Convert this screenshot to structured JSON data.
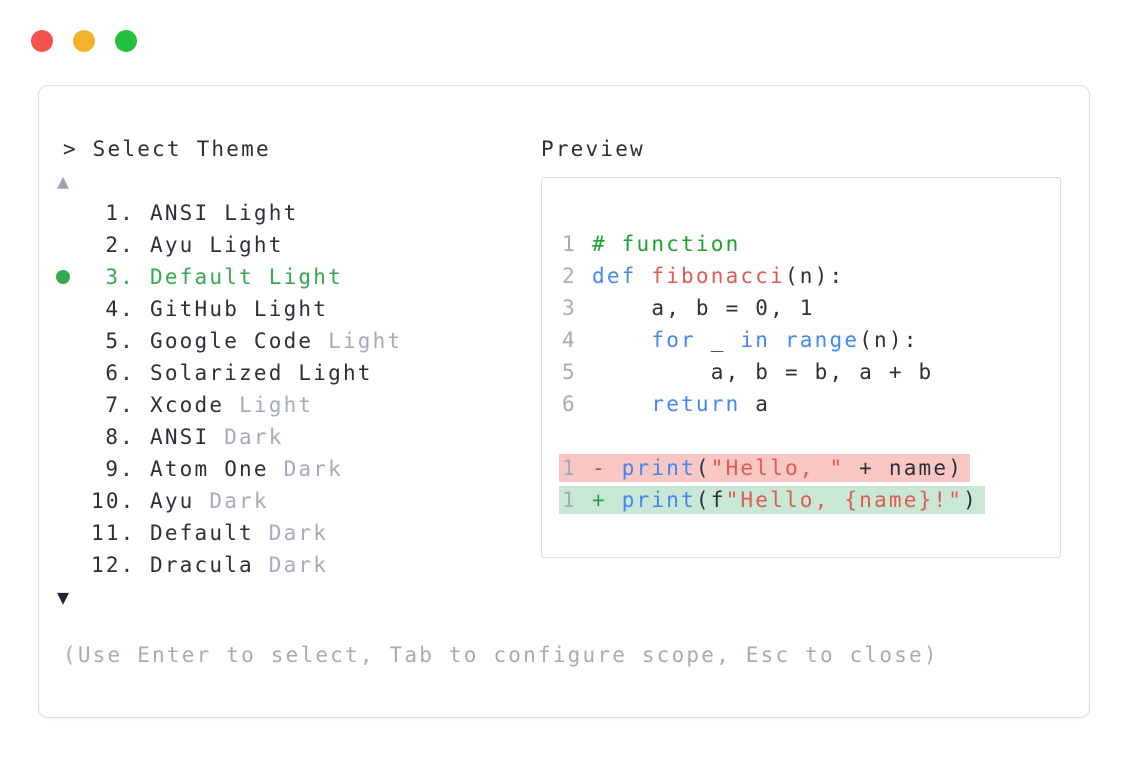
{
  "colors": {
    "dark": "#2b303a",
    "muted": "#a4acba",
    "selected": "#36a94e",
    "comment": "#1ea22e",
    "kw": "#4486f2",
    "fn": "#e05b52",
    "str": "#e05b52",
    "del": "#d1453e",
    "ins": "#2b9e4a",
    "del-bg": "#f8c7c4",
    "ins-bg": "#c8e7d4",
    "border": "#d9dde3",
    "linenum": "#a4acba",
    "arrow-up": "#9aa4b4",
    "arrow-down": "#21252d"
  },
  "window": {
    "traffic_lights": [
      {
        "name": "close",
        "color": "#f4534e"
      },
      {
        "name": "minimize",
        "color": "#f2b32b"
      },
      {
        "name": "zoom",
        "color": "#24c13e"
      }
    ]
  },
  "selector": {
    "prompt": "> Select Theme",
    "scroll_up": "▲",
    "scroll_down": "▼",
    "items": [
      {
        "number": "1.",
        "selected": false,
        "segments": [
          {
            "text": "ANSI Light",
            "c": "dark"
          }
        ]
      },
      {
        "number": "2.",
        "selected": false,
        "segments": [
          {
            "text": "Ayu Light",
            "c": "dark"
          }
        ]
      },
      {
        "number": "3.",
        "selected": true,
        "segments": [
          {
            "text": "Default Light",
            "c": "selected"
          }
        ]
      },
      {
        "number": "4.",
        "selected": false,
        "segments": [
          {
            "text": "GitHub Light",
            "c": "dark"
          }
        ]
      },
      {
        "number": "5.",
        "selected": false,
        "segments": [
          {
            "text": "Google Code ",
            "c": "dark"
          },
          {
            "text": "Light",
            "c": "muted"
          }
        ]
      },
      {
        "number": "6.",
        "selected": false,
        "segments": [
          {
            "text": "Solarized Light",
            "c": "dark"
          }
        ]
      },
      {
        "number": "7.",
        "selected": false,
        "segments": [
          {
            "text": "Xcode ",
            "c": "dark"
          },
          {
            "text": "Light",
            "c": "muted"
          }
        ]
      },
      {
        "number": "8.",
        "selected": false,
        "segments": [
          {
            "text": "ANSI ",
            "c": "dark"
          },
          {
            "text": "Dark",
            "c": "muted"
          }
        ]
      },
      {
        "number": "9.",
        "selected": false,
        "segments": [
          {
            "text": "Atom One ",
            "c": "dark"
          },
          {
            "text": "Dark",
            "c": "muted"
          }
        ]
      },
      {
        "number": "10.",
        "selected": false,
        "segments": [
          {
            "text": "Ayu ",
            "c": "dark"
          },
          {
            "text": "Dark",
            "c": "muted"
          }
        ]
      },
      {
        "number": "11.",
        "selected": false,
        "segments": [
          {
            "text": "Default ",
            "c": "dark"
          },
          {
            "text": "Dark",
            "c": "muted"
          }
        ]
      },
      {
        "number": "12.",
        "selected": false,
        "segments": [
          {
            "text": "Dracula ",
            "c": "dark"
          },
          {
            "text": "Dark",
            "c": "muted"
          }
        ]
      }
    ],
    "hint": "(Use Enter to select, Tab to configure scope, Esc to close)"
  },
  "preview": {
    "title": "Preview",
    "lines": [
      {
        "num": "1",
        "bg": null,
        "tokens": [
          {
            "t": "# function",
            "c": "comment"
          }
        ]
      },
      {
        "num": "2",
        "bg": null,
        "tokens": [
          {
            "t": "def",
            "c": "kw"
          },
          {
            "t": " ",
            "c": "dark"
          },
          {
            "t": "fibonacci",
            "c": "fn"
          },
          {
            "t": "(n):",
            "c": "dark"
          }
        ]
      },
      {
        "num": "3",
        "bg": null,
        "tokens": [
          {
            "t": "    a, b = 0, 1",
            "c": "dark"
          }
        ]
      },
      {
        "num": "4",
        "bg": null,
        "tokens": [
          {
            "t": "    ",
            "c": "dark"
          },
          {
            "t": "for",
            "c": "kw"
          },
          {
            "t": " _ ",
            "c": "dark"
          },
          {
            "t": "in",
            "c": "kw"
          },
          {
            "t": " ",
            "c": "dark"
          },
          {
            "t": "range",
            "c": "kw"
          },
          {
            "t": "(n):",
            "c": "dark"
          }
        ]
      },
      {
        "num": "5",
        "bg": null,
        "tokens": [
          {
            "t": "        a, b = b, a + b",
            "c": "dark"
          }
        ]
      },
      {
        "num": "6",
        "bg": null,
        "tokens": [
          {
            "t": "    ",
            "c": "dark"
          },
          {
            "t": "return",
            "c": "kw"
          },
          {
            "t": " a",
            "c": "dark"
          }
        ]
      },
      {
        "num": "",
        "bg": null,
        "tokens": []
      },
      {
        "num": "1",
        "bg": "del-bg",
        "tokens": [
          {
            "t": "- ",
            "c": "del"
          },
          {
            "t": "print",
            "c": "kw"
          },
          {
            "t": "(",
            "c": "dark"
          },
          {
            "t": "\"Hello, \"",
            "c": "str"
          },
          {
            "t": " + name)",
            "c": "dark"
          }
        ]
      },
      {
        "num": "1",
        "bg": "ins-bg",
        "tokens": [
          {
            "t": "+ ",
            "c": "ins"
          },
          {
            "t": "print",
            "c": "kw"
          },
          {
            "t": "(f",
            "c": "dark"
          },
          {
            "t": "\"Hello, {name}!\"",
            "c": "str"
          },
          {
            "t": ")",
            "c": "dark"
          }
        ]
      }
    ]
  }
}
